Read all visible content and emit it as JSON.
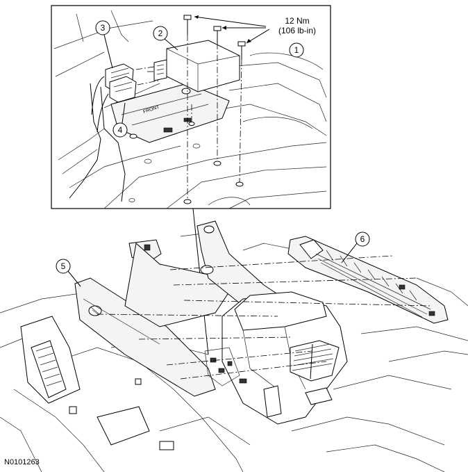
{
  "figure_id": "N0101263",
  "torque_spec": {
    "line1": "12 Nm",
    "line2": "(106 lb-in)"
  },
  "callouts": [
    {
      "id": "1",
      "label": "1"
    },
    {
      "id": "2",
      "label": "2"
    },
    {
      "id": "3",
      "label": "3"
    },
    {
      "id": "4",
      "label": "4"
    },
    {
      "id": "5",
      "label": "5"
    },
    {
      "id": "6",
      "label": "6"
    }
  ],
  "bracket_marking": "FRONT",
  "colors": {
    "line": "#000000",
    "background": "#ffffff",
    "shade": "#f4f4f4"
  }
}
